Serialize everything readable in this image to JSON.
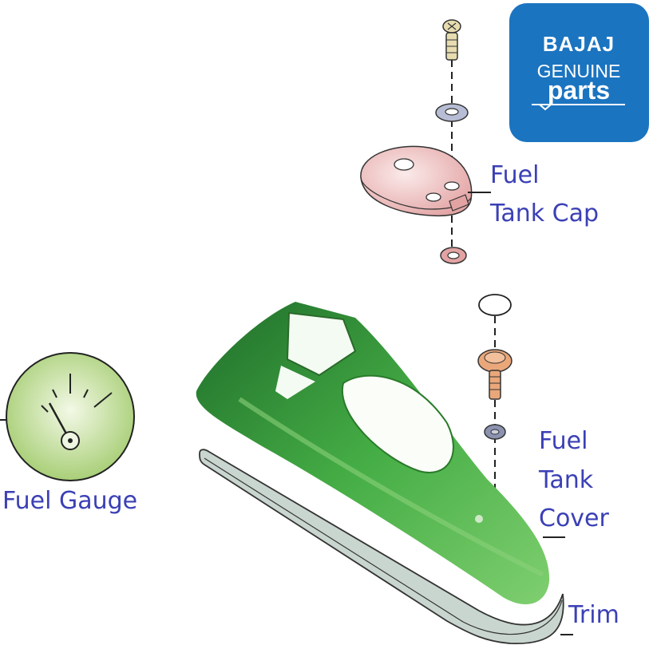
{
  "logo": {
    "brand": "BAJAJ",
    "line2": "GENUINE",
    "line3": "parts",
    "color": "#1b74c0"
  },
  "labels": {
    "fuel_tank_cap": [
      "Fuel",
      "Tank Cap"
    ],
    "fuel_tank_cover": [
      "Fuel",
      "Tank",
      "Cover"
    ],
    "trim": "Trim",
    "fuel_gauge": "Fuel Gauge"
  },
  "colors": {
    "label": "#3b40b5",
    "cover": "#3a9a3a",
    "cap": "#e9b4b4",
    "trim": "#c9d6cf",
    "gauge": "#c9e0a0"
  }
}
